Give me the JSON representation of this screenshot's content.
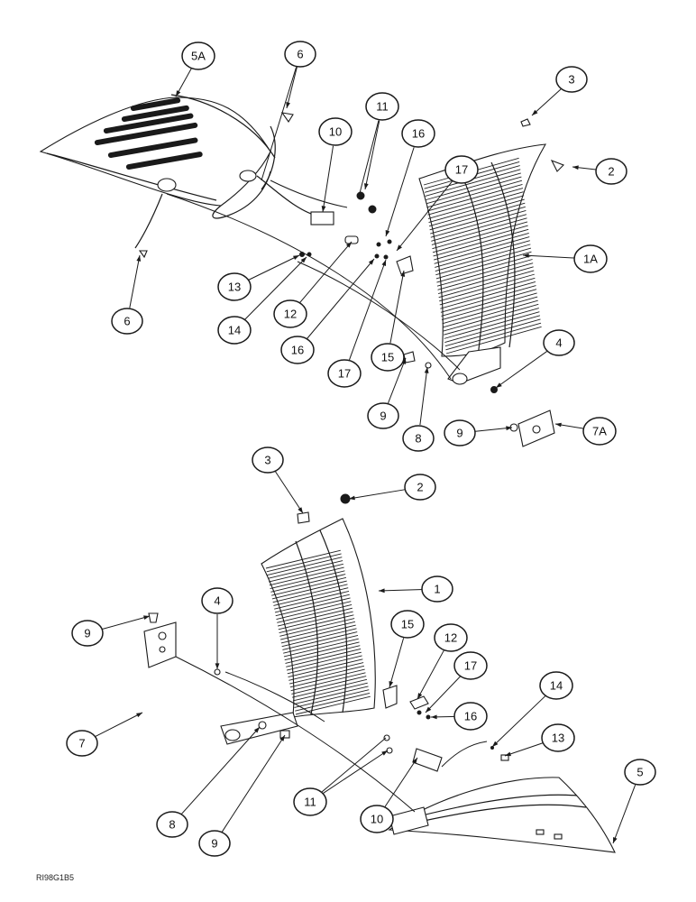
{
  "figure": {
    "reference_code": "RI98G1B5",
    "callouts": [
      {
        "id": "c-5A-top",
        "label": "5A"
      },
      {
        "id": "c-6-top",
        "label": "6"
      },
      {
        "id": "c-3-top",
        "label": "3"
      },
      {
        "id": "c-11-top",
        "label": "11"
      },
      {
        "id": "c-10-top",
        "label": "10"
      },
      {
        "id": "c-16-top-a",
        "label": "16"
      },
      {
        "id": "c-17-top-a",
        "label": "17"
      },
      {
        "id": "c-2-top",
        "label": "2"
      },
      {
        "id": "c-1A",
        "label": "1A"
      },
      {
        "id": "c-13-top",
        "label": "13"
      },
      {
        "id": "c-14-top",
        "label": "14"
      },
      {
        "id": "c-12-top",
        "label": "12"
      },
      {
        "id": "c-6-left",
        "label": "6"
      },
      {
        "id": "c-16-top-b",
        "label": "16"
      },
      {
        "id": "c-17-top-b",
        "label": "17"
      },
      {
        "id": "c-15-top",
        "label": "15"
      },
      {
        "id": "c-4-top",
        "label": "4"
      },
      {
        "id": "c-9-top-a",
        "label": "9"
      },
      {
        "id": "c-8-top",
        "label": "8"
      },
      {
        "id": "c-9-top-b",
        "label": "9"
      },
      {
        "id": "c-7A",
        "label": "7A"
      },
      {
        "id": "c-3-bot",
        "label": "3"
      },
      {
        "id": "c-2-bot",
        "label": "2"
      },
      {
        "id": "c-1",
        "label": "1"
      },
      {
        "id": "c-4-bot",
        "label": "4"
      },
      {
        "id": "c-9-bot-a",
        "label": "9"
      },
      {
        "id": "c-15-bot",
        "label": "15"
      },
      {
        "id": "c-12-bot",
        "label": "12"
      },
      {
        "id": "c-17-bot",
        "label": "17"
      },
      {
        "id": "c-14-bot",
        "label": "14"
      },
      {
        "id": "c-16-bot",
        "label": "16"
      },
      {
        "id": "c-13-bot",
        "label": "13"
      },
      {
        "id": "c-7",
        "label": "7"
      },
      {
        "id": "c-8-bot",
        "label": "8"
      },
      {
        "id": "c-11-bot",
        "label": "11"
      },
      {
        "id": "c-10-bot",
        "label": "10"
      },
      {
        "id": "c-5",
        "label": "5"
      },
      {
        "id": "c-9-bot-b",
        "label": "9"
      }
    ]
  }
}
